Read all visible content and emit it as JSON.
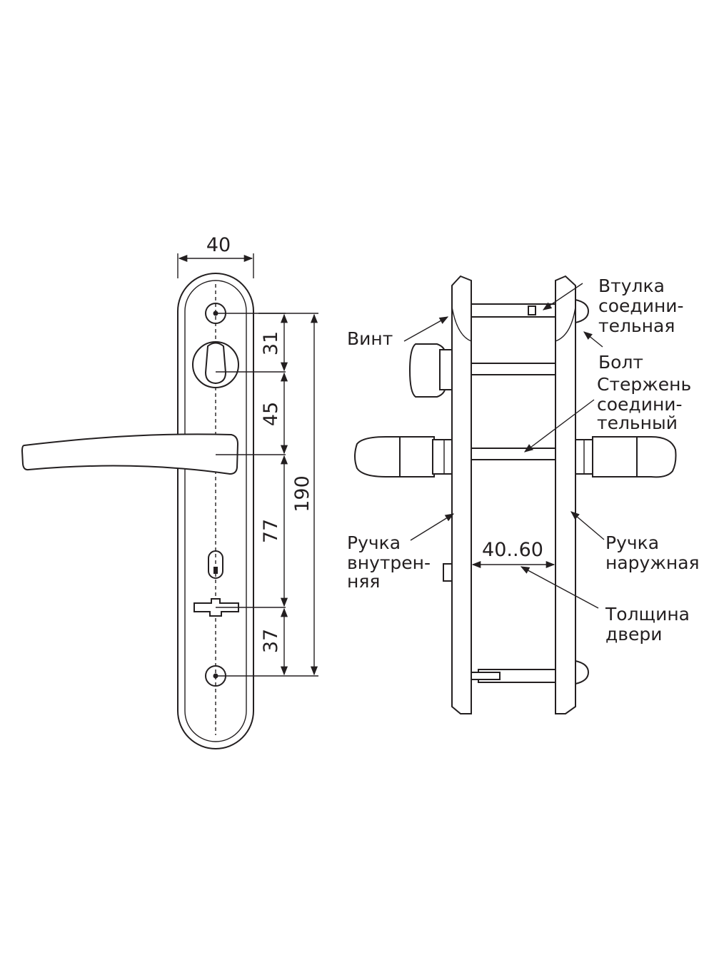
{
  "dimensions": {
    "plate_width": "40",
    "hole_to_spindle": "31",
    "spindle_to_handle": "45",
    "handle_to_lock": "77",
    "lock_to_hole": "37",
    "total_height": "190"
  },
  "labels": {
    "screw": "Винт",
    "sleeve": [
      "Втулка",
      "соедини-",
      "тельная"
    ],
    "bolt": "Болт",
    "rod": [
      "Стержень",
      "соедини-",
      "тельный"
    ],
    "inner_handle": [
      "Ручка",
      "внутрен-",
      "няя"
    ],
    "door_thickness_range": "40..60",
    "outer_handle": [
      "Ручка",
      "наружная"
    ],
    "door_thickness": [
      "Толщина",
      "двери"
    ]
  },
  "colors": {
    "ink": "#231f20",
    "background": "#ffffff"
  }
}
